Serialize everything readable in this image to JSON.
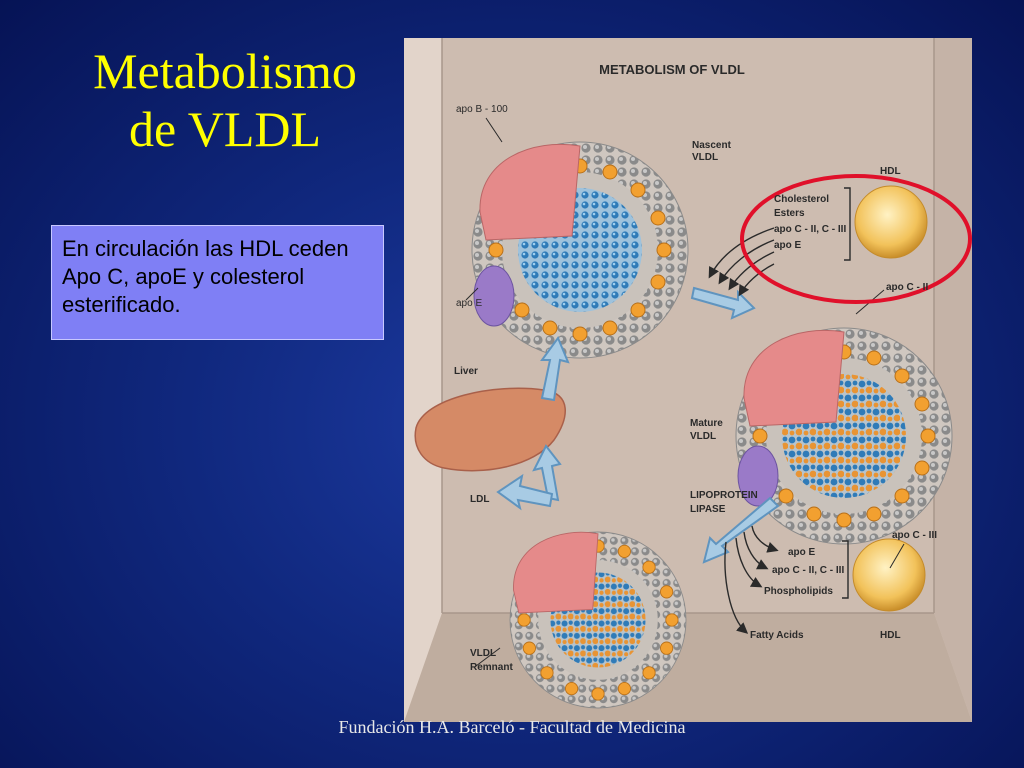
{
  "slide": {
    "title_line1": "Metabolismo",
    "title_line2": "de VLDL",
    "callout_text": "En circulación las HDL ceden Apo C, apoE y colesterol esterificado.",
    "footer": "Fundación H.A. Barceló - Facultad de Medicina"
  },
  "figure": {
    "title": "METABOLISM OF VLDL",
    "labels": {
      "apo_b100": "apo B - 100",
      "apo_e_left": "apo E",
      "nascent_1": "Nascent",
      "nascent_2": "VLDL",
      "hdl_top": "HDL",
      "donor_1": "Cholesterol",
      "donor_2": "Esters",
      "donor_3": "apo C - II, C - III",
      "donor_4": "apo E",
      "apo_c2": "apo C - II",
      "liver": "Liver",
      "mature_1": "Mature",
      "mature_2": "VLDL",
      "ldl": "LDL",
      "lpl_1": "LIPOPROTEIN",
      "lpl_2": "LIPASE",
      "ret_1": "apo E",
      "ret_2": "apo C - II, C - III",
      "ret_3": "Phospholipids",
      "apo_c3": "apo C - III",
      "fatty_acids": "Fatty Acids",
      "hdl_bottom": "HDL",
      "remnant_1": "VLDL",
      "remnant_2": "Remnant"
    }
  },
  "colors": {
    "background": "#10287e",
    "title": "#ffff00",
    "callout_bg": "#7f7ff5",
    "highlight_circle": "#e0102a",
    "figure_bg": "#d4c2b6"
  }
}
